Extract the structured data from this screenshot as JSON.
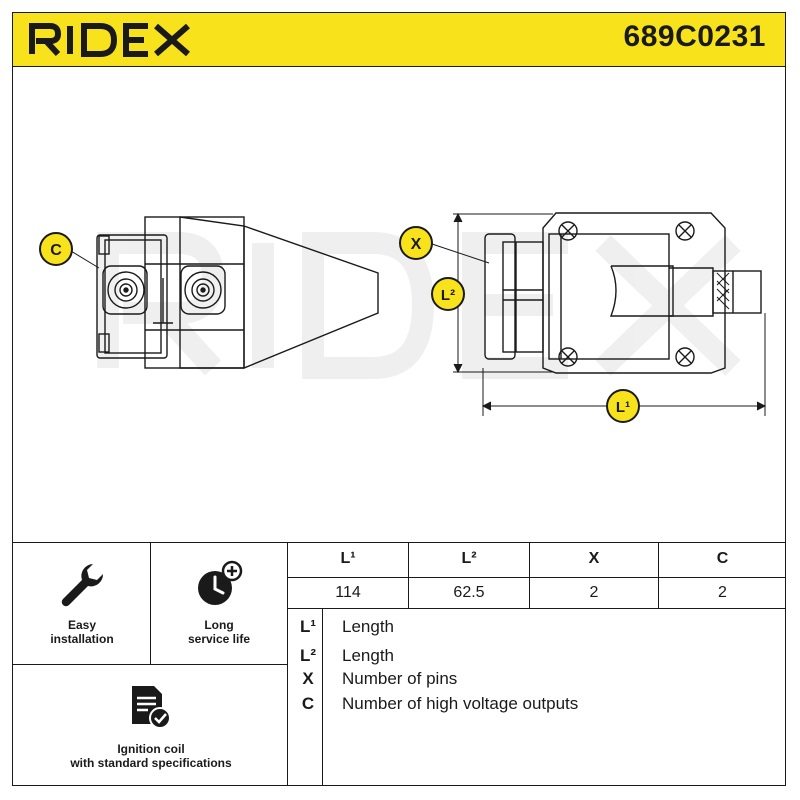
{
  "header": {
    "brand": "RIDEX",
    "part_number": "689C0231",
    "color": "#f7e21c"
  },
  "drawing": {
    "callouts": {
      "c": "C",
      "x": "X",
      "l2": "L²",
      "l1": "L¹"
    },
    "watermark": "RIDEX"
  },
  "features": [
    {
      "icon": "wrench-icon",
      "line1": "Easy",
      "line2": "installation"
    },
    {
      "icon": "clock-plus-icon",
      "line1": "Long",
      "line2": "service life"
    },
    {
      "icon": "document-check-icon",
      "line1": "Ignition coil",
      "line2": "with standard specifications"
    }
  ],
  "table": {
    "headers": [
      "L¹",
      "L²",
      "X",
      "C"
    ],
    "values": [
      "114",
      "62.5",
      "2",
      "2"
    ]
  },
  "legend": [
    {
      "symbol": "L¹",
      "text": "Length"
    },
    {
      "symbol": "L²",
      "text": "Length"
    },
    {
      "symbol": "X",
      "text": "Number of pins"
    },
    {
      "symbol": "C",
      "text": "Number of high voltage outputs"
    }
  ]
}
